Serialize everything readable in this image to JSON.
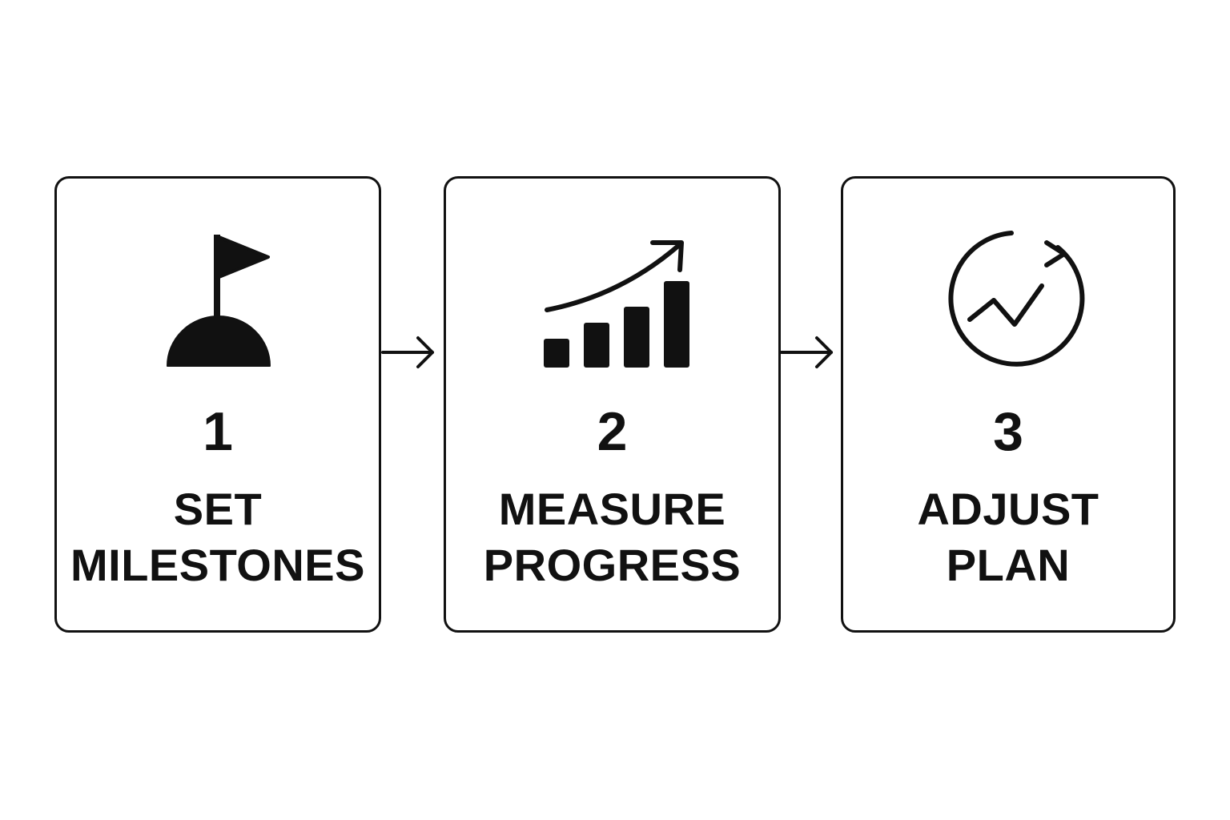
{
  "steps": [
    {
      "number": "1",
      "label_lines": [
        "SET",
        "MILESTONES"
      ],
      "icon": "flag-icon"
    },
    {
      "number": "2",
      "label_lines": [
        "MEASURE",
        "PROGRESS"
      ],
      "icon": "growth-chart-icon"
    },
    {
      "number": "3",
      "label_lines": [
        "ADJUST",
        "PLAN"
      ],
      "icon": "cycle-trend-icon"
    }
  ],
  "connectors": [
    "arrow-right-icon",
    "arrow-right-icon"
  ],
  "colors": {
    "ink": "#111111",
    "background": "#ffffff"
  }
}
